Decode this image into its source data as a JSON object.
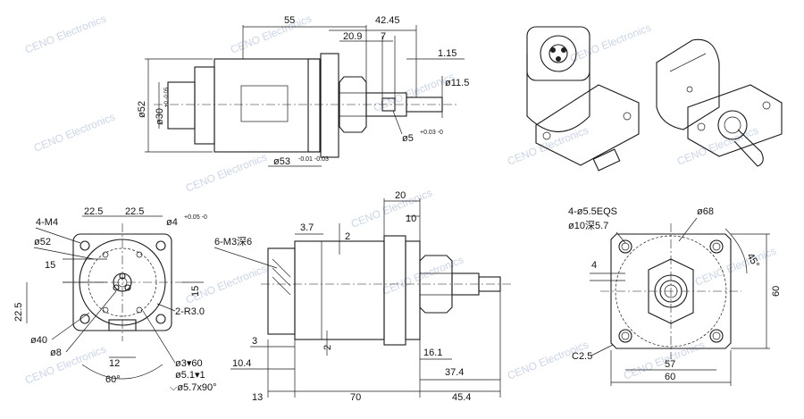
{
  "dimensions": {
    "top_55": "55",
    "top_42_45": "42.45",
    "top_20_9": "20.9",
    "top_7": "7",
    "top_1_15": "1.15",
    "top_phi11_5": "ø11.5",
    "top_phi52": "ø52",
    "top_phi30": "ø30",
    "top_phi30_tol": "+0 -0.05",
    "top_phi5": "ø5",
    "top_phi5_tol": "+0.03 -0",
    "top_phi53": "ø53",
    "top_phi53_tol": "-0.01 -0.03",
    "front_4m4": "4-M4",
    "front_22_5a": "22.5",
    "front_22_5b": "22.5",
    "front_phi4": "ø4",
    "front_phi4_tol": "+0.05 -0",
    "front_phi52": "ø52",
    "front_15a": "15",
    "front_15b": "15",
    "front_22_5c": "22.5",
    "front_2r3": "2-R3.0",
    "front_phi40": "ø40",
    "front_phi8": "ø8",
    "front_12": "12",
    "front_60deg": "60°",
    "front_phi3": "ø3▾60",
    "front_phi5_1": "ø5.1▾1",
    "front_phi5_7": "⌵ø5.7x90°",
    "side_6m3": "6-M3深6",
    "side_3_7": "3.7",
    "side_2a": "2",
    "side_20": "20",
    "side_10": "10",
    "side_3": "3",
    "side_2b": "2",
    "side_10_4": "10.4",
    "side_16_1": "16.1",
    "side_37_4": "37.4",
    "side_13": "13",
    "side_70": "70",
    "side_45_4": "45.4",
    "rear_4phi5_5": "4-ø5.5EQS",
    "rear_phi10": "ø10深5.7",
    "rear_phi68": "ø68",
    "rear_45deg": "45°",
    "rear_4": "4",
    "rear_60v": "60",
    "rear_c2_5": "C2.5",
    "rear_57": "57",
    "rear_60h": "60"
  },
  "watermark": "CENO Electronics"
}
